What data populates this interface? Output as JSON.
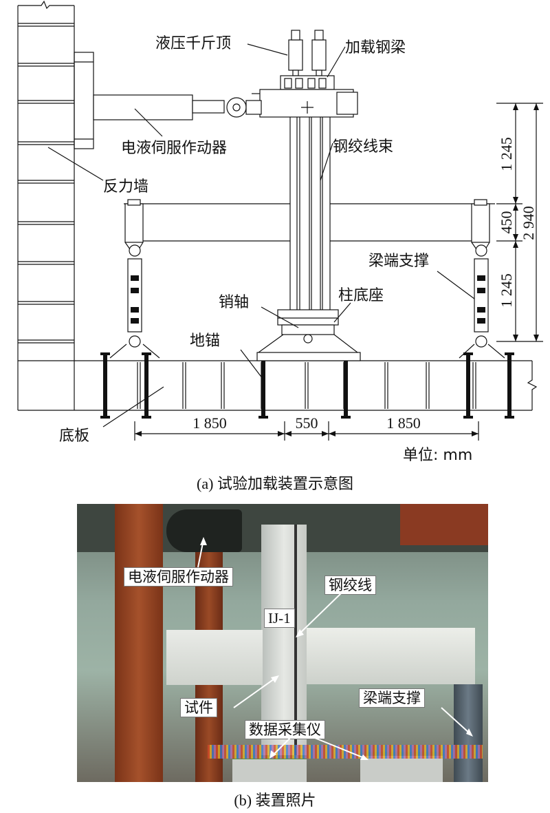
{
  "figure_a": {
    "labels": {
      "jack": "液压千斤顶",
      "steel_beam": "加载钢梁",
      "actuator": "电液伺服作动器",
      "strand_bundle": "钢绞线束",
      "reaction_wall": "反力墙",
      "beam_support": "梁端支撑",
      "pin": "销轴",
      "column_base": "柱底座",
      "ground_anchor": "地锚",
      "base_plate": "底板"
    },
    "dims": {
      "h1": "1 245",
      "h2": "450",
      "h3": "1 245",
      "total": "2 940",
      "w1": "1 850",
      "w2": "550",
      "w3": "1 850"
    },
    "unit": "单位: mm",
    "caption": "(a) 试验加载装置示意图"
  },
  "figure_b": {
    "labels": {
      "actuator": "电液伺服作动器",
      "strand": "钢绞线",
      "specimen_id": "IJ-1",
      "specimen": "试件",
      "beam_support": "梁端支撑",
      "data_logger": "数据采集仪"
    },
    "caption": "(b) 装置照片"
  }
}
